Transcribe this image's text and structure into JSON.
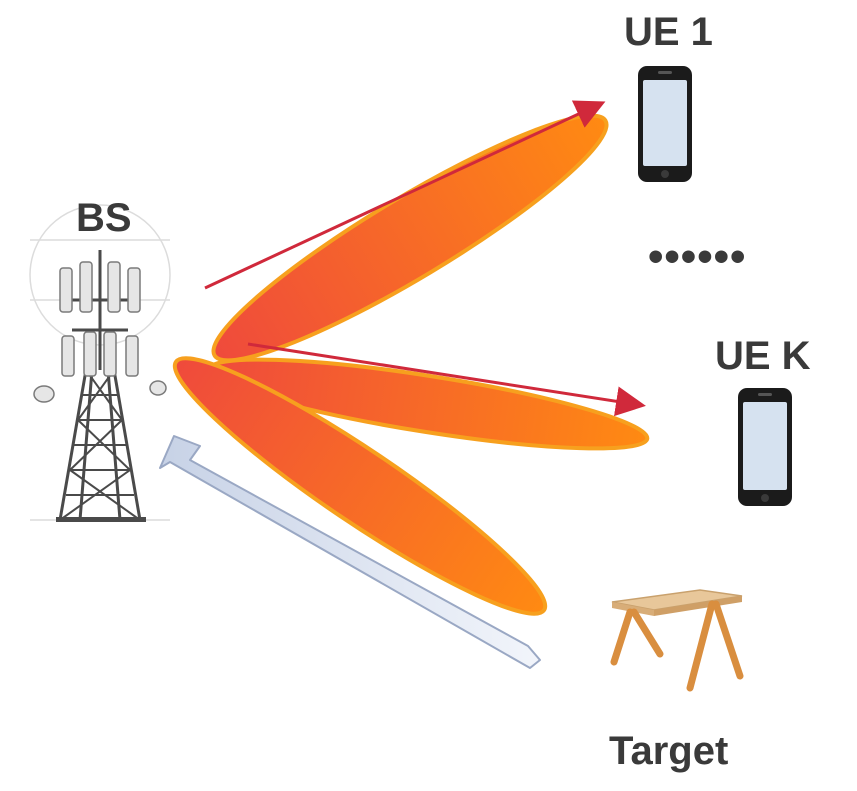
{
  "labels": {
    "bs": "BS",
    "ue1": "UE 1",
    "uek": "UE K",
    "dots": "••••••",
    "target": "Target"
  },
  "colors": {
    "beam_start": "#ef4a3c",
    "beam_end": "#ff8a12",
    "beam_edge": "#f7a01e",
    "arrow": "#d0293b",
    "echo_fill": "#dfe6f3",
    "echo_edge": "#9aa8c4",
    "phone_body": "#1b1b1b",
    "phone_screen": "#d6e2f0",
    "tower": "#4a4a4a",
    "table_wood": "#d98e3f",
    "table_top": "#e8c79a"
  },
  "icons": {
    "base_station": "cell-tower-icon",
    "ue1": "smartphone-icon",
    "uek": "smartphone-icon",
    "target": "table-icon"
  }
}
